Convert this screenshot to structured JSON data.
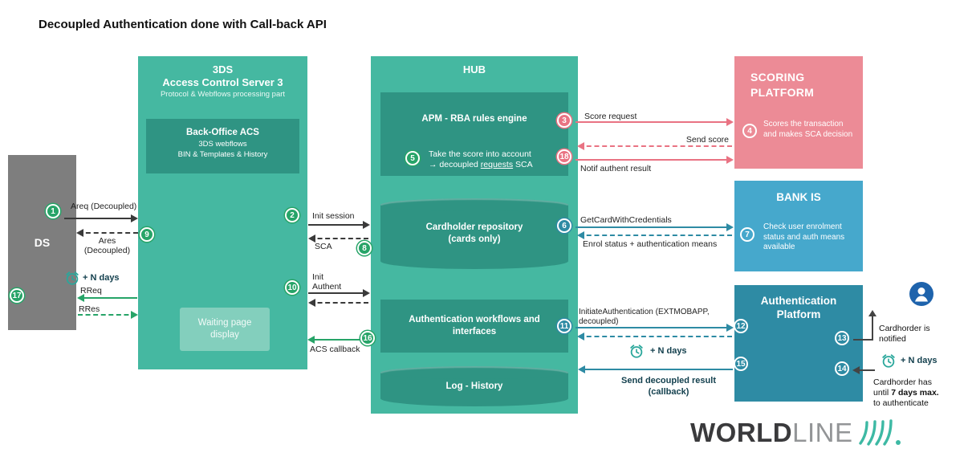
{
  "title": "Decoupled Authentication done with Call-back API",
  "ds": {
    "label": "DS"
  },
  "acs": {
    "line1": "3DS",
    "line2": "Access Control Server 3",
    "line3": "Protocol & Webflows processing part",
    "back_office_title": "Back-Office ACS",
    "back_office_line1": "3DS webflows",
    "back_office_line2": "BIN & Templates & History",
    "waiting_page": "Waiting page display"
  },
  "hub": {
    "title": "HUB",
    "apm_title": "APM - RBA rules engine",
    "apm_step_line1": "Take the score into account",
    "apm_step_line2_pre": "→ decoupled ",
    "apm_step_line2_underlined": "requests",
    "apm_step_line2_post": " SCA",
    "repository_line1": "Cardholder repository",
    "repository_line2": "(cards only)",
    "workflows": "Authentication workflows and interfaces",
    "log": "Log - History"
  },
  "scoring": {
    "title": "SCORING PLATFORM",
    "description": "Scores the transaction and makes SCA decision"
  },
  "bank": {
    "title": "BANK IS",
    "description": "Check user enrolment status and auth means available"
  },
  "auth_platform": {
    "title": "Authentication Platform"
  },
  "cardholder": {
    "notified_line1": "Cardhorder is",
    "notified_line2": "notified",
    "n_days": "+ N days",
    "deadline_line1": "Cardhorder has",
    "deadline_line2_pre": "until ",
    "deadline_line2_bold": "7 days max.",
    "deadline_line3": "to authenticate"
  },
  "edges": {
    "areq": "Areq (Decoupled)",
    "ares_line1": "Ares",
    "ares_line2": "(Decoupled)",
    "n_days_left": "+ N days",
    "rreq": "RReq",
    "rres": "RRes",
    "init_session": "Init session",
    "sca": "SCA",
    "init_authent_line1": "Init",
    "init_authent_line2": "Authent",
    "acs_callback": "ACS callback",
    "score_request": "Score request",
    "send_score": "Send score",
    "notif_authent": "Notif authent result",
    "get_card": "GetCardWithCredentials",
    "enrol_status": "Enrol status + authentication means",
    "initiate_line1": "InitiateAuthentication (EXTMOBAPP,",
    "initiate_line2": "decoupled)",
    "n_days_mid": "+ N days",
    "send_result_line1": "Send decoupled result",
    "send_result_line2": "(callback)"
  },
  "steps": {
    "s1": "1",
    "s2": "2",
    "s3": "3",
    "s4": "4",
    "s5": "5",
    "s6": "6",
    "s7": "7",
    "s8": "8",
    "s9": "9",
    "s10": "10",
    "s11": "11",
    "s12": "12",
    "s13": "13",
    "s14": "14",
    "s15": "15",
    "s16": "16",
    "s17": "17",
    "s18": "18"
  },
  "logo": {
    "world": "WORLD",
    "line": "LINE"
  },
  "colors": {
    "green": "#45B8A1",
    "green_dark": "#2F9483",
    "green_light": "#83CFBD",
    "pink": "#EC8B96",
    "pink_step": "#E97383",
    "blue": "#46A8CC",
    "teal": "#2E8BA4",
    "gray": "#7E7E7E",
    "step_green": "#27A468",
    "clock_teal": "#2AA79B"
  }
}
